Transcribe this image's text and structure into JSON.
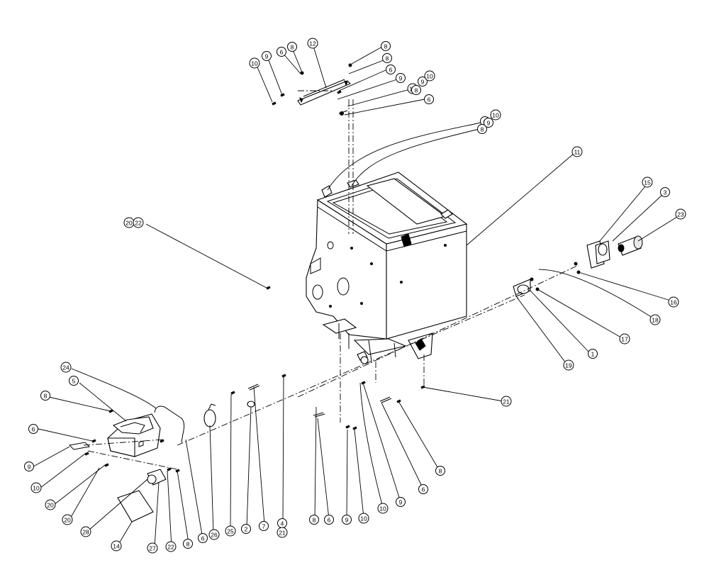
{
  "callouts": [
    {
      "id": "c8a",
      "label": "8"
    },
    {
      "id": "c10a",
      "label": "10"
    },
    {
      "id": "c9a",
      "label": "9"
    },
    {
      "id": "c6a",
      "label": "6"
    },
    {
      "id": "c8b",
      "label": "8"
    },
    {
      "id": "c12",
      "label": "12"
    },
    {
      "id": "c8c",
      "label": "8"
    },
    {
      "id": "c6b",
      "label": "6"
    },
    {
      "id": "c9b",
      "label": "9"
    },
    {
      "id": "c10b",
      "label": "10"
    },
    {
      "id": "c8d",
      "label": "8"
    },
    {
      "id": "c9c",
      "label": "9"
    },
    {
      "id": "c10c",
      "label": "10"
    },
    {
      "id": "c6c",
      "label": "6"
    },
    {
      "id": "c6d",
      "label": "6"
    },
    {
      "id": "c8e",
      "label": "8"
    },
    {
      "id": "c9d",
      "label": "9"
    },
    {
      "id": "c10d",
      "label": "10"
    },
    {
      "id": "c11",
      "label": "11"
    },
    {
      "id": "c20a",
      "label": "20"
    },
    {
      "id": "c22a",
      "label": "22"
    },
    {
      "id": "c15",
      "label": "15"
    },
    {
      "id": "c3",
      "label": "3"
    },
    {
      "id": "c23",
      "label": "23"
    },
    {
      "id": "c16",
      "label": "16"
    },
    {
      "id": "c18",
      "label": "18"
    },
    {
      "id": "c17",
      "label": "17"
    },
    {
      "id": "c1",
      "label": "1"
    },
    {
      "id": "c19",
      "label": "19"
    },
    {
      "id": "c21a",
      "label": "21"
    },
    {
      "id": "c24",
      "label": "24"
    },
    {
      "id": "c5",
      "label": "5"
    },
    {
      "id": "c8f",
      "label": "8"
    },
    {
      "id": "c6e",
      "label": "6"
    },
    {
      "id": "c9e",
      "label": "9"
    },
    {
      "id": "c10e",
      "label": "10"
    },
    {
      "id": "c20b",
      "label": "20"
    },
    {
      "id": "c20c",
      "label": "20"
    },
    {
      "id": "c28",
      "label": "28"
    },
    {
      "id": "c14",
      "label": "14"
    },
    {
      "id": "c27",
      "label": "27"
    },
    {
      "id": "c22b",
      "label": "22"
    },
    {
      "id": "c8g",
      "label": "8"
    },
    {
      "id": "c6f",
      "label": "6"
    },
    {
      "id": "c26",
      "label": "26"
    },
    {
      "id": "c25",
      "label": "25"
    },
    {
      "id": "c2",
      "label": "2"
    },
    {
      "id": "c7",
      "label": "7"
    },
    {
      "id": "c4",
      "label": "4"
    },
    {
      "id": "c21b",
      "label": "21"
    },
    {
      "id": "c8h",
      "label": "8"
    },
    {
      "id": "c6g",
      "label": "6"
    },
    {
      "id": "c9f",
      "label": "9"
    },
    {
      "id": "c10f",
      "label": "10"
    },
    {
      "id": "c10g",
      "label": "10"
    },
    {
      "id": "c9g",
      "label": "9"
    },
    {
      "id": "c6h",
      "label": "6"
    },
    {
      "id": "c8i",
      "label": "8"
    }
  ]
}
